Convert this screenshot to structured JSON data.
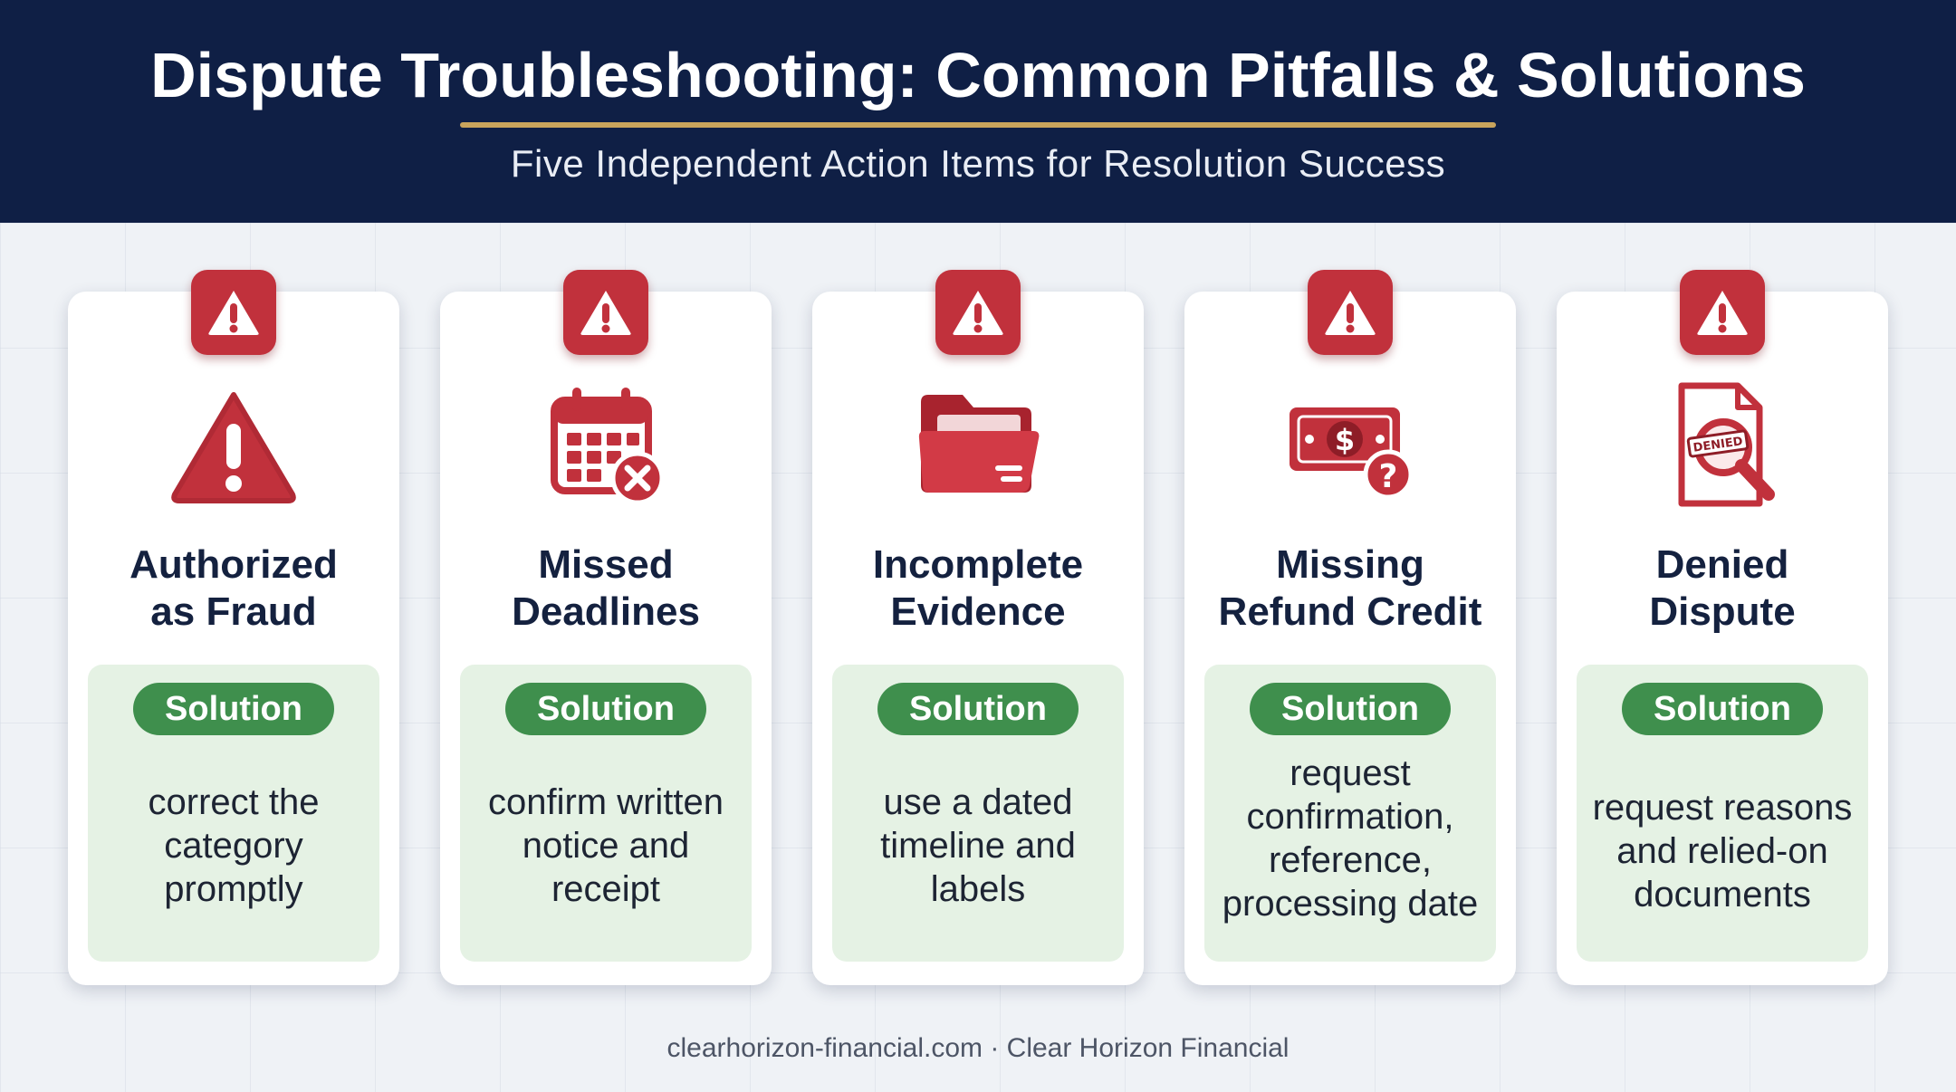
{
  "header": {
    "title": "Dispute Troubleshooting: Common Pitfalls & Solutions",
    "subtitle": "Five Independent Action Items for Resolution Success"
  },
  "solution_label": "Solution",
  "cards": [
    {
      "title_line1": "Authorized",
      "title_line2": "as Fraud",
      "icon": "warning-triangle-icon",
      "solution_lines": [
        "correct the",
        "category",
        "promptly"
      ]
    },
    {
      "title_line1": "Missed",
      "title_line2": "Deadlines",
      "icon": "calendar-x-icon",
      "solution_lines": [
        "confirm written",
        "notice and",
        "receipt"
      ]
    },
    {
      "title_line1": "Incomplete",
      "title_line2": "Evidence",
      "icon": "folder-icon",
      "solution_lines": [
        "use a dated",
        "timeline and",
        "labels"
      ]
    },
    {
      "title_line1": "Missing",
      "title_line2": "Refund Credit",
      "icon": "money-question-icon",
      "solution_lines": [
        "request",
        "confirmation,",
        "reference,",
        "processing date"
      ]
    },
    {
      "title_line1": "Denied",
      "title_line2": "Dispute",
      "icon": "denied-document-icon",
      "icon_stamp_text": "DENIED",
      "solution_lines": [
        "request reasons",
        "and relied-on",
        "documents"
      ]
    }
  ],
  "footer": "clearhorizon-financial.com · Clear Horizon Financial",
  "colors": {
    "header_bg": "#0f1f45",
    "accent_gold": "#c9a45c",
    "alert_red": "#c1313c",
    "solution_green": "#3f8f4d",
    "solution_bg": "#e5f2e4"
  }
}
